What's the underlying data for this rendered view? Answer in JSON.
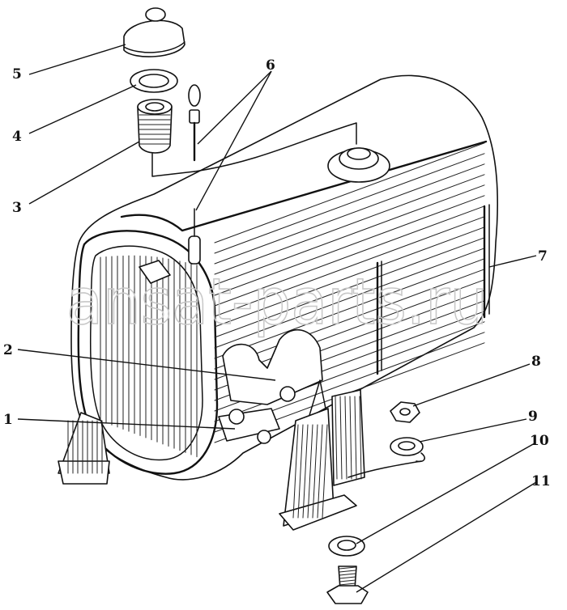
{
  "watermark": "ansat-parts.ru",
  "callouts": [
    {
      "id": "1",
      "label": "1"
    },
    {
      "id": "2",
      "label": "2"
    },
    {
      "id": "3",
      "label": "3"
    },
    {
      "id": "4",
      "label": "4"
    },
    {
      "id": "5",
      "label": "5"
    },
    {
      "id": "6",
      "label": "6"
    },
    {
      "id": "7",
      "label": "7"
    },
    {
      "id": "8",
      "label": "8"
    },
    {
      "id": "9",
      "label": "9"
    },
    {
      "id": "10",
      "label": "10"
    },
    {
      "id": "11",
      "label": "11"
    }
  ],
  "colors": {
    "ink": "#111111",
    "paper": "#ffffff",
    "watermark": "#c8c8c8"
  }
}
